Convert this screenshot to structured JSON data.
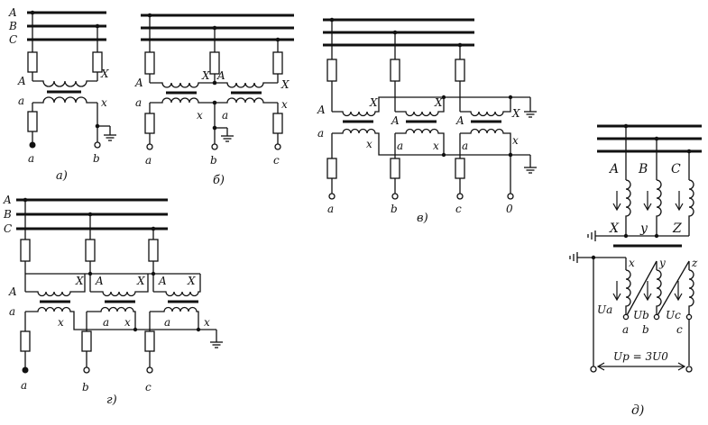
{
  "diagram_a": {
    "bus_labels": [
      "A",
      "B",
      "C"
    ],
    "primary_start": "A",
    "primary_end": "X",
    "secondary_start": "a",
    "secondary_end": "x",
    "terminals": [
      "a",
      "b"
    ],
    "caption": "а)"
  },
  "diagram_b": {
    "primary_start": "A",
    "mid_labels": [
      "X",
      "A"
    ],
    "primary_end": "X",
    "secondary_start": "a",
    "secondary_mid": [
      "x",
      "a"
    ],
    "secondary_end": "x",
    "terminals": [
      "a",
      "b",
      "c"
    ],
    "caption": "б)"
  },
  "diagram_v": {
    "primary_labels": [
      "A",
      "X",
      "A",
      "X",
      "A",
      "X"
    ],
    "secondary_labels": [
      "a",
      "x",
      "a",
      "x",
      "a",
      "x"
    ],
    "terminals": [
      "a",
      "b",
      "c",
      "0"
    ],
    "caption": "в)"
  },
  "diagram_g": {
    "bus_labels": [
      "A",
      "B",
      "C"
    ],
    "primary_labels": [
      "A",
      "X",
      "A",
      "X",
      "A",
      "X"
    ],
    "secondary_labels": [
      "a",
      "x",
      "a",
      "x",
      "a",
      "x"
    ],
    "terminals": [
      "a",
      "b",
      "c"
    ],
    "caption": "г)"
  },
  "diagram_d": {
    "phase_labels": [
      "A",
      "B",
      "C"
    ],
    "primary_ends": [
      "X",
      "y",
      "Z"
    ],
    "secondary_ends": [
      "x",
      "y",
      "z"
    ],
    "secondary_starts": [
      "a",
      "b",
      "c"
    ],
    "voltage_labels": [
      "Ua",
      "Ub",
      "Uc"
    ],
    "output_label": "Up = 3U0",
    "caption": "д)"
  }
}
